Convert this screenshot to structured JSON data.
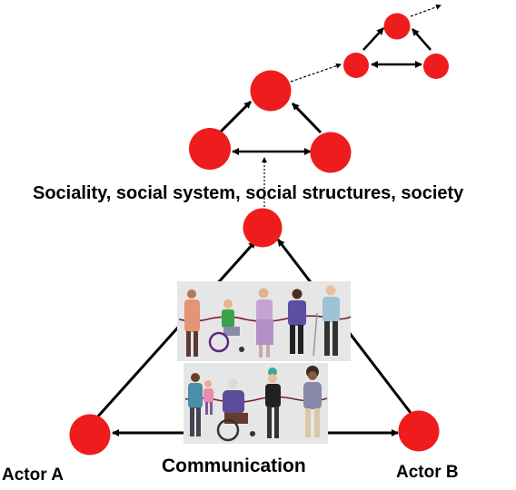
{
  "labels": {
    "society": "Sociality, social system, social structures, society",
    "actor_a": "Actor A",
    "actor_b": "Actor B",
    "communication": "Communication"
  },
  "colors": {
    "node": "#ee1c1c",
    "edge": "#000000",
    "image_bg": "#e6e6e6"
  },
  "images": {
    "group_top": "people-holding-rope-illustration",
    "group_bottom": "people-holding-rope-illustration"
  }
}
